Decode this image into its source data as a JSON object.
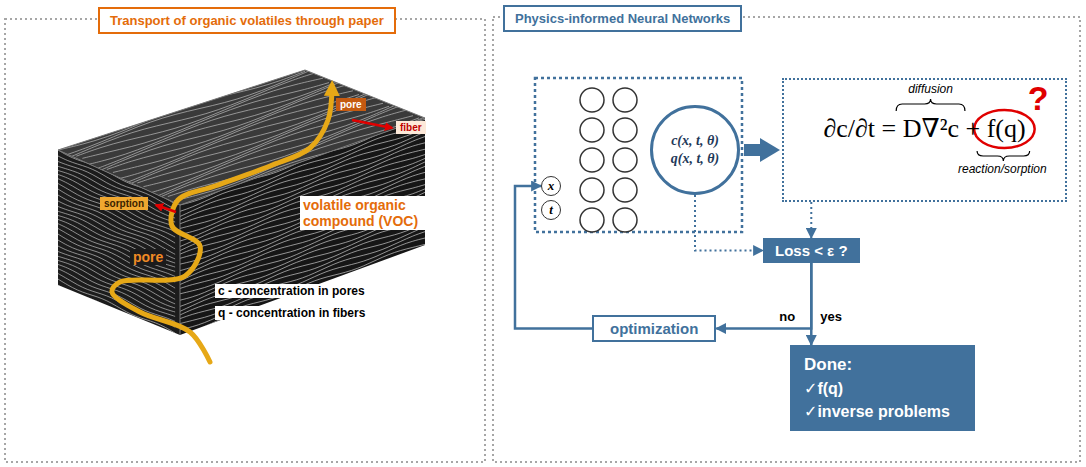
{
  "diagram": {
    "nodes": [
      {
        "text": [
          "Transport of organic volatiles through paper"
        ]
      },
      {
        "text": [
          "Physics-informed Neural Networks"
        ]
      },
      {
        "text": [
          "x"
        ]
      },
      {
        "text": [
          "t"
        ]
      },
      {
        "text": [
          "c(x, t, θ)",
          "q(x, t, θ)"
        ]
      },
      {
        "text": [
          "∂c/∂t = D∇²c + f(q)",
          "diffusion",
          "reaction/sorption",
          "?"
        ]
      },
      {
        "text": [
          "Loss < ε ?"
        ]
      },
      {
        "text": [
          "optimization"
        ]
      },
      {
        "text": [
          "Done:",
          "✓f(q)",
          "✓inverse problems"
        ]
      }
    ],
    "edges": [
      {
        "from": 4,
        "to": 5,
        "arrow": "to"
      },
      {
        "from": 4,
        "to": 6,
        "arrow": "to"
      },
      {
        "from": 5,
        "to": 6,
        "arrow": "to"
      },
      {
        "from": 6,
        "to": 7,
        "label": "no",
        "arrow": "to"
      },
      {
        "from": 6,
        "to": 8,
        "label": "yes",
        "arrow": "to"
      },
      {
        "from": 7,
        "to": 2,
        "arrow": "to"
      }
    ],
    "labels": [
      "pore",
      "fiber",
      "sorption",
      "pore",
      "volatile organic compound (VOC)",
      "c - concentration in pores",
      "q - concentration in fibers"
    ]
  }
}
